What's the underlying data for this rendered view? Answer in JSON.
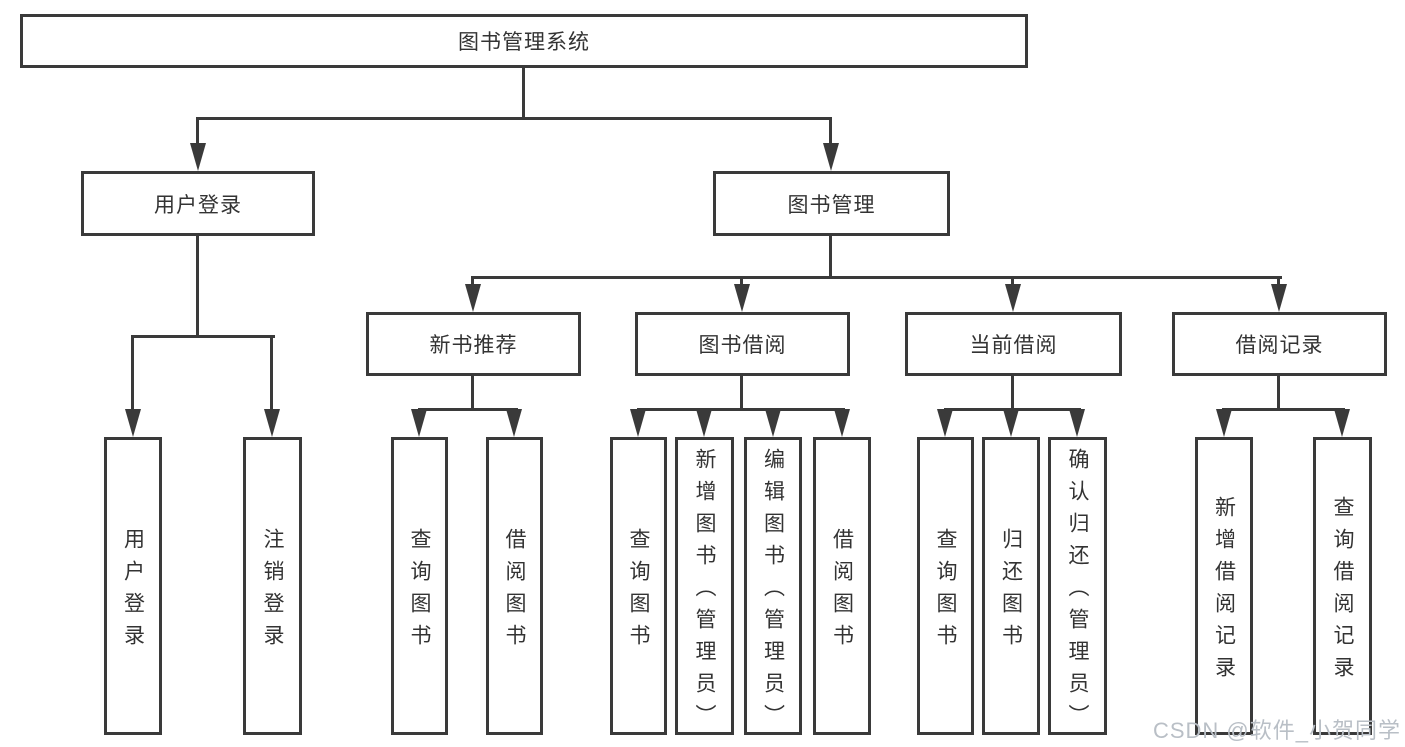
{
  "tree": {
    "root": "图书管理系统",
    "level2": {
      "user_login": "用户登录",
      "book_management": "图书管理"
    },
    "level3": {
      "new_book_recommend": "新书推荐",
      "book_borrow": "图书借阅",
      "current_borrow": "当前借阅",
      "borrow_record": "借阅记录"
    },
    "leaves": {
      "user_login": [
        "用户登录",
        "注销登录"
      ],
      "new_book_recommend": [
        "查询图书",
        "借阅图书"
      ],
      "book_borrow": [
        "查询图书",
        "新增图书（管理员）",
        "编辑图书（管理员）",
        "借阅图书"
      ],
      "current_borrow": [
        "查询图书",
        "归还图书",
        "确认归还（管理员）"
      ],
      "borrow_record": [
        "新增借阅记录",
        "查询借阅记录"
      ]
    }
  },
  "watermark": {
    "text": "CSDN @软件_小贺同学"
  },
  "colors": {
    "line": "#3a3a3a",
    "text": "#333333",
    "watermark": "#b9bfc6",
    "background": "#ffffff"
  }
}
